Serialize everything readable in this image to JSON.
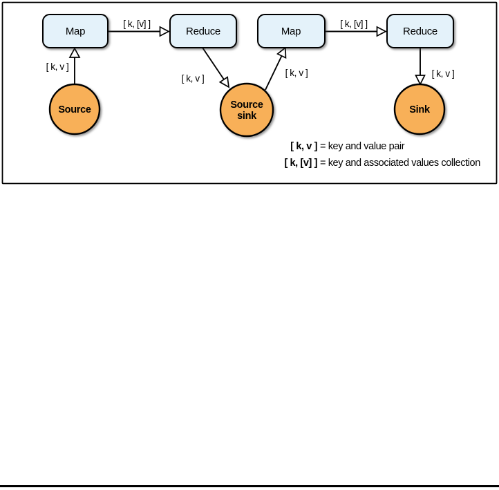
{
  "diagram": {
    "nodes": {
      "map1": {
        "label": "Map"
      },
      "reduce1": {
        "label": "Reduce"
      },
      "map2": {
        "label": "Map"
      },
      "reduce2": {
        "label": "Reduce"
      },
      "source": {
        "label": "Source"
      },
      "source_sink": {
        "label_line1": "Source",
        "label_line2": "sink"
      },
      "sink": {
        "label": "Sink"
      }
    },
    "edges": {
      "source_to_map1": {
        "label": "[ k, v ]"
      },
      "map1_to_reduce1": {
        "label": "[ k, [v] ]"
      },
      "reduce1_to_source_sink": {
        "label": "[ k, v ]"
      },
      "source_sink_to_map2": {
        "label": "[ k, v ]"
      },
      "map2_to_reduce2": {
        "label": "[ k, [v] ]"
      },
      "reduce2_to_sink": {
        "label": "[ k, v ]"
      }
    },
    "legend": [
      {
        "key": "[ k, v ]",
        "definition": "= key and value pair"
      },
      {
        "key": "[ k, [v] ]",
        "definition": "= key and associated values collection"
      }
    ],
    "colors": {
      "process_box_fill": "#e4f2fa",
      "endpoint_fill": "#f8b058",
      "stroke": "#000000",
      "background": "#ffffff"
    }
  }
}
